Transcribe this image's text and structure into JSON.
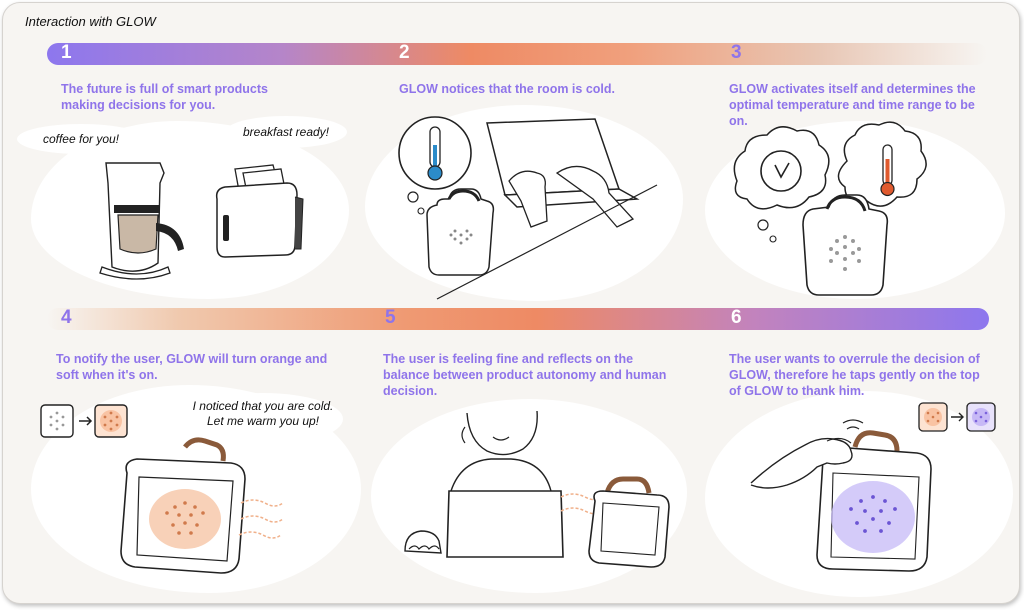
{
  "title": "Interaction with GLOW",
  "steps": [
    {
      "number": "1",
      "text": "The future is full of smart products making decisions for you."
    },
    {
      "number": "2",
      "text": "GLOW notices that the room is cold."
    },
    {
      "number": "3",
      "text": "GLOW activates itself and determines the optimal temperature and time range to be on."
    },
    {
      "number": "4",
      "text": "To notify the user, GLOW will turn orange and soft when it's on."
    },
    {
      "number": "5",
      "text": "The user is feeling fine and reflects on the balance between product autonomy and human decision."
    },
    {
      "number": "6",
      "text": "The user wants to overrule the decision of GLOW, therefore he taps gently on the top of GLOW to thank him."
    }
  ],
  "bubbles": {
    "coffee": "coffee for you!",
    "breakfast": "breakfast ready!",
    "notice_line1": "I noticed that you are cold.",
    "notice_line2": "Let me warm you up!"
  },
  "colors": {
    "accent_purple": "#8f74ea",
    "accent_orange": "#ee8a64",
    "line": "#222222"
  },
  "icons": [
    "coffee-maker-icon",
    "toaster-icon",
    "thermometer-icon",
    "laptop-icon",
    "typing-hands-icon",
    "glow-device-icon",
    "clock-icon",
    "arrow-right-icon",
    "person-icon",
    "mouse-icon",
    "tapping-hand-icon"
  ]
}
